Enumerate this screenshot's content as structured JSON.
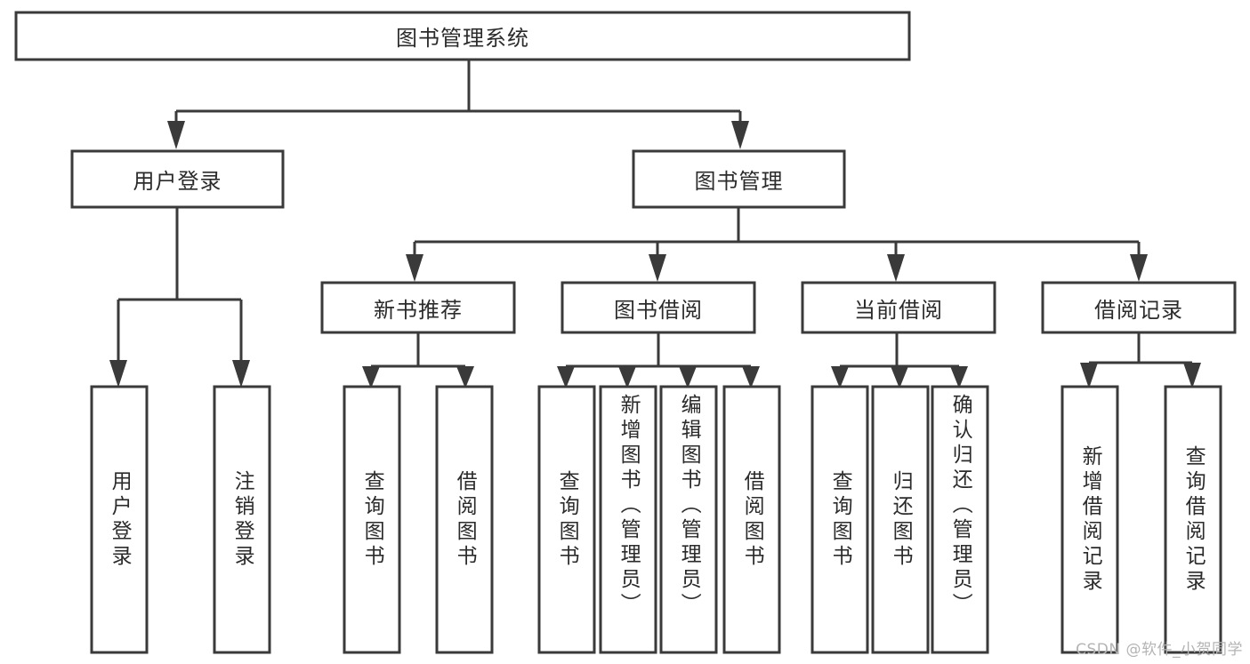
{
  "diagram": {
    "title": "图书管理系统",
    "type": "tree-hierarchy-chart",
    "colors": {
      "box_stroke": "#3a3a3a",
      "box_fill": "#ffffff",
      "text": "#2b2b2b",
      "background": "#ffffff",
      "watermark": "#b4b4b4"
    },
    "root": {
      "label": "图书管理系统"
    },
    "level2": [
      {
        "label": "用户登录"
      },
      {
        "label": "图书管理"
      }
    ],
    "level3": [
      {
        "label": "新书推荐"
      },
      {
        "label": "图书借阅"
      },
      {
        "label": "当前借阅"
      },
      {
        "label": "借阅记录"
      }
    ],
    "leaves": {
      "user_login": [
        {
          "label": "用户登录"
        },
        {
          "label": "注销登录"
        }
      ],
      "new_book_recommend": [
        {
          "label": "查询图书"
        },
        {
          "label": "借阅图书"
        }
      ],
      "book_borrow": [
        {
          "label": "查询图书"
        },
        {
          "label": "新增图书（管理员）"
        },
        {
          "label": "编辑图书（管理员）"
        },
        {
          "label": "借阅图书"
        }
      ],
      "current_borrow": [
        {
          "label": "查询图书"
        },
        {
          "label": "归还图书"
        },
        {
          "label": "确认归还（管理员）"
        }
      ],
      "borrow_record": [
        {
          "label": "新增借阅记录"
        },
        {
          "label": "查询借阅记录"
        }
      ]
    }
  },
  "watermark": {
    "text": "CSDN @软件_小贺同学"
  }
}
